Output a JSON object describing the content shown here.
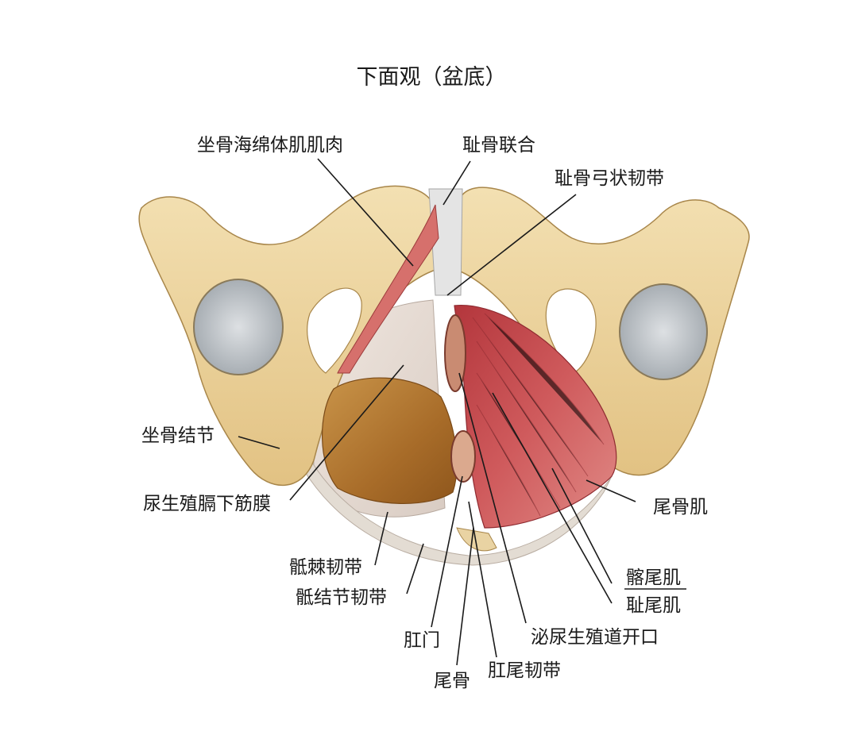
{
  "title": "下面观（盆底）",
  "colors": {
    "bone": "#ecd39c",
    "bone_shadow": "#caa865",
    "membrane": "#e9e3da",
    "acetabulum": "#b9bec3",
    "muscle": "#c4474b",
    "muscle_dark": "#8e2a30",
    "fat": "#b77d34"
  },
  "labels": {
    "ischiocavernosus": "坐骨海绵体肌肌肉",
    "pubic_symphysis": "耻骨联合",
    "arcuate_pubic_ligament": "耻骨弓状韧带",
    "ischial_tuberosity": "坐骨结节",
    "inferior_fascia_urogenital_diaphragm": "尿生殖膈下筋膜",
    "sacrospinous_ligament": "骶棘韧带",
    "sacrotuberous_ligament": "骶结节韧带",
    "coccygeus": "尾骨肌",
    "iliococcygeus": "髂尾肌",
    "pubococcygeus": "耻尾肌",
    "anus": "肛门",
    "urogenital_opening": "泌尿生殖道开口",
    "coccyx": "尾骨",
    "anococcygeal_ligament": "肛尾韧带"
  }
}
